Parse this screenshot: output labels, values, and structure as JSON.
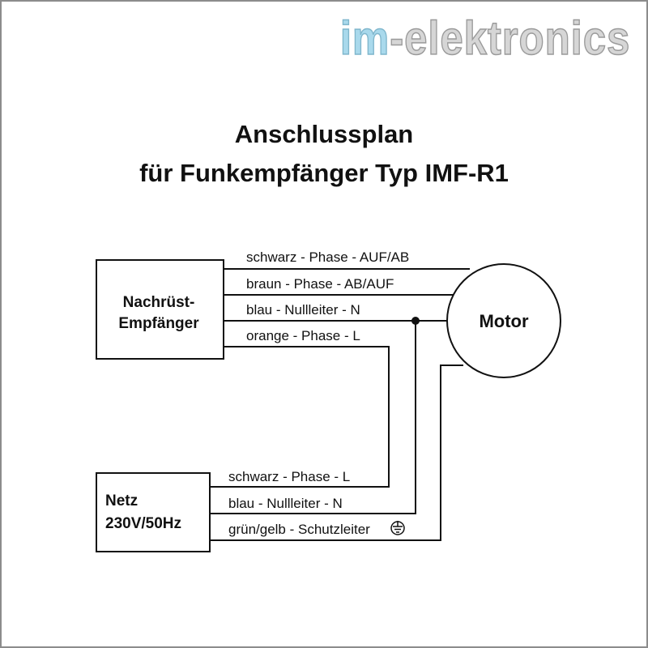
{
  "logo": {
    "part1": "im",
    "part2": "-elektronics"
  },
  "title": {
    "line1": "Anschlussplan",
    "line2": "für Funkempfänger Typ IMF-R1"
  },
  "receiver": {
    "line1": "Nachrüst-",
    "line2": "Empfänger"
  },
  "motor": {
    "label": "Motor"
  },
  "mains": {
    "line1": "Netz",
    "line2": "230V/50Hz"
  },
  "receiver_wires": [
    {
      "label": "schwarz - Phase - AUF/AB"
    },
    {
      "label": "braun - Phase - AB/AUF"
    },
    {
      "label": "blau - Nullleiter - N"
    },
    {
      "label": "orange - Phase - L"
    }
  ],
  "mains_wires": [
    {
      "label": "schwarz - Phase - L"
    },
    {
      "label": "blau - Nullleiter - N"
    },
    {
      "label": "grün/gelb - Schutzleiter"
    }
  ],
  "icons": {
    "ground": "earth-ground-icon"
  },
  "colors": {
    "logo_im": "#a9d9ec",
    "logo_rest": "#d6d6d6",
    "frame": "#8c8c8c",
    "lines": "#111111"
  }
}
